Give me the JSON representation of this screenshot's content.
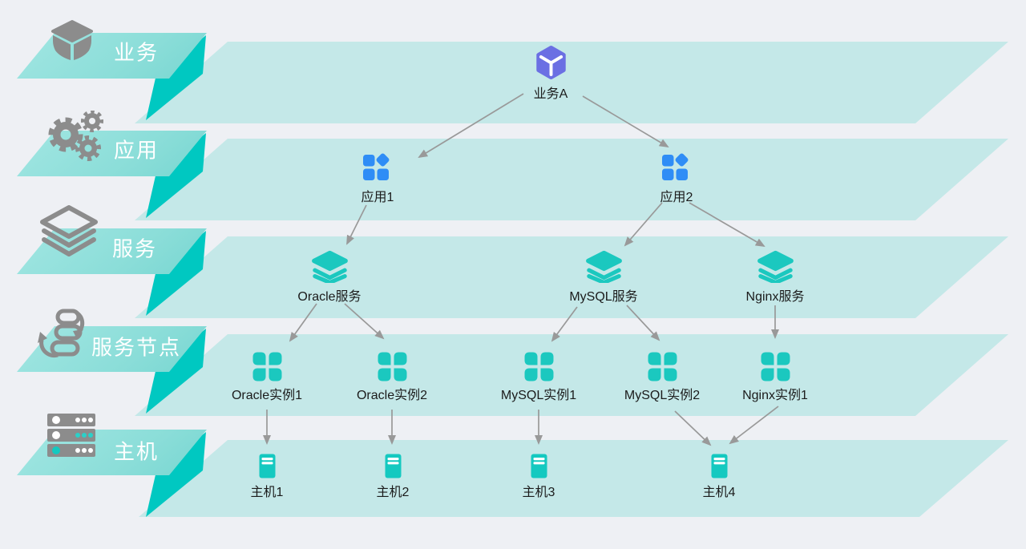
{
  "diagram": {
    "description": "layered-topology",
    "layers": [
      {
        "id": "business",
        "label": "业务",
        "icon": "cube-icon"
      },
      {
        "id": "application",
        "label": "应用",
        "icon": "gears-icon"
      },
      {
        "id": "service",
        "label": "服务",
        "icon": "layers-icon"
      },
      {
        "id": "service_node",
        "label": "服务节点",
        "icon": "workflow-icon"
      },
      {
        "id": "host",
        "label": "主机",
        "icon": "server-rack-icon"
      }
    ],
    "nodes": {
      "business_a": {
        "label": "业务A",
        "layer": "business",
        "icon": "purple-cube-icon"
      },
      "app_1": {
        "label": "应用1",
        "layer": "application",
        "icon": "app-grid-icon"
      },
      "app_2": {
        "label": "应用2",
        "layer": "application",
        "icon": "app-grid-icon"
      },
      "oracle_service": {
        "label": "Oracle服务",
        "layer": "service",
        "icon": "service-stack-icon"
      },
      "mysql_service": {
        "label": "MySQL服务",
        "layer": "service",
        "icon": "service-stack-icon"
      },
      "nginx_service": {
        "label": "Nginx服务",
        "layer": "service",
        "icon": "service-stack-icon"
      },
      "oracle_instance_1": {
        "label": "Oracle实例1",
        "layer": "service_node",
        "icon": "instance-clover-icon"
      },
      "oracle_instance_2": {
        "label": "Oracle实例2",
        "layer": "service_node",
        "icon": "instance-clover-icon"
      },
      "mysql_instance_1": {
        "label": "MySQL实例1",
        "layer": "service_node",
        "icon": "instance-clover-icon"
      },
      "mysql_instance_2": {
        "label": "MySQL实例2",
        "layer": "service_node",
        "icon": "instance-clover-icon"
      },
      "nginx_instance_1": {
        "label": "Nginx实例1",
        "layer": "service_node",
        "icon": "instance-clover-icon"
      },
      "host_1": {
        "label": "主机1",
        "layer": "host",
        "icon": "host-server-icon"
      },
      "host_2": {
        "label": "主机2",
        "layer": "host",
        "icon": "host-server-icon"
      },
      "host_3": {
        "label": "主机3",
        "layer": "host",
        "icon": "host-server-icon"
      },
      "host_4": {
        "label": "主机4",
        "layer": "host",
        "icon": "host-server-icon"
      }
    },
    "edges": [
      {
        "from": "business_a",
        "to": "app_1"
      },
      {
        "from": "business_a",
        "to": "app_2"
      },
      {
        "from": "app_1",
        "to": "oracle_service"
      },
      {
        "from": "app_2",
        "to": "mysql_service"
      },
      {
        "from": "app_2",
        "to": "nginx_service"
      },
      {
        "from": "oracle_service",
        "to": "oracle_instance_1"
      },
      {
        "from": "oracle_service",
        "to": "oracle_instance_2"
      },
      {
        "from": "mysql_service",
        "to": "mysql_instance_1"
      },
      {
        "from": "mysql_service",
        "to": "mysql_instance_2"
      },
      {
        "from": "nginx_service",
        "to": "nginx_instance_1"
      },
      {
        "from": "oracle_instance_1",
        "to": "host_1"
      },
      {
        "from": "oracle_instance_2",
        "to": "host_2"
      },
      {
        "from": "mysql_instance_1",
        "to": "host_3"
      },
      {
        "from": "mysql_instance_2",
        "to": "host_4"
      },
      {
        "from": "nginx_instance_1",
        "to": "host_4"
      }
    ],
    "colors": {
      "background": "#EEF0F4",
      "band": "#C4E8E8",
      "ribbon": "#8FDFDB",
      "ribbon_fold": "#00C8C1",
      "arrow": "#999999",
      "teal_icon": "#1BC8BF",
      "blue_icon": "#2F8DF6",
      "purple_icon": "#6B6FE3",
      "gray_icon": "#8C8C8C",
      "node_text": "#1B1B1B",
      "ribbon_text": "#FFFFFF"
    }
  }
}
